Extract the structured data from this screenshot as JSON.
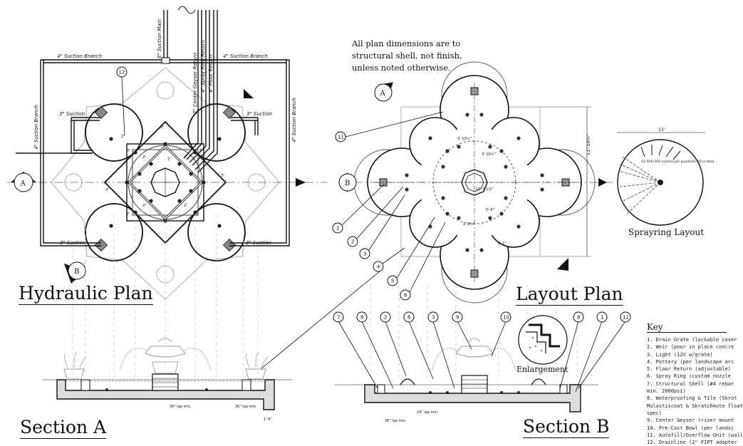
{
  "titles": {
    "hydraulic_plan": "Hydraulic Plan",
    "layout_plan": "Layout Plan",
    "section_a": "Section A",
    "section_b": "Section B",
    "sprayring_layout": "Sprayring Layout",
    "enlargement": "Enlargement"
  },
  "note": {
    "line1": "All plan dimensions are to",
    "line2": "structural shell, not finish,",
    "line3": "unless noted otherwise."
  },
  "pipe_labels": {
    "suction_main": "6\" Suction Main",
    "geyser_return": "2\" Center Geyser Return",
    "spray_ring_return": "4\" Spray Ring Return",
    "floor_return": "4\" Floor Return",
    "branch_left": "4\" Suction Branch",
    "branch_right": "4\" Suction Branch",
    "branch_vert_left": "4\" Suction Branch",
    "branch_vert_right": "4\" Suction Branch",
    "suction_3_tl": "3\" Suction",
    "suction_3_tr": "3\" Suction",
    "suction_3_bl": "3\" Suction",
    "suction_3_br": "3\" Suction"
  },
  "section_markers": {
    "a": "A",
    "b": "B"
  },
  "callouts": {
    "twelve": "12",
    "layout": [
      "11",
      "1",
      "2",
      "3",
      "4",
      "5",
      "6"
    ],
    "section_b": [
      "7",
      "8",
      "2",
      "6",
      "3",
      "9",
      "10",
      "8",
      "1",
      "11"
    ]
  },
  "dimensions": {
    "d1": "11'-10½\"",
    "d2": "3'-10½\"",
    "d3": "3'-10½\"",
    "d4": "10'-7 1/2\"",
    "d5": "5'-6\"",
    "d6": "1'-6½\"",
    "d7": "8'-1\"",
    "d8": "13'",
    "lap1": "36\" lap min.",
    "lap2": "36\" lap min.",
    "lap3": "24\" lap min.",
    "lap4": "36\" lap min.",
    "d9": "1'-6\""
  },
  "spray_note": "(5) RPU-500 nozzles per quadrant, 20 in total",
  "key": {
    "title": "Key",
    "items": [
      "1.  Drain Grate (lockable cover",
      "2.  Weir (pour in place concre",
      "3.  Light (12V w/grate)",
      "4.  Pottery (per landscape arc",
      "5.  Floor Return (adjustable)",
      "6.  Spray Ring (custom nozzle",
      "7.  Structural Shell (#4 rebar",
      "min. 2000psi)",
      "8.  Waterproofing & Tile (Skrot",
      "Mulastiicoat & Skratchkote float",
      "spec)",
      "9.  Center Geyser (riser mount",
      "10. Pre-Cast Bowl (per landsc",
      "11. Autofill/Overflow Unit (wall",
      "12. Drainline (2\" FIPT adapter"
    ]
  }
}
